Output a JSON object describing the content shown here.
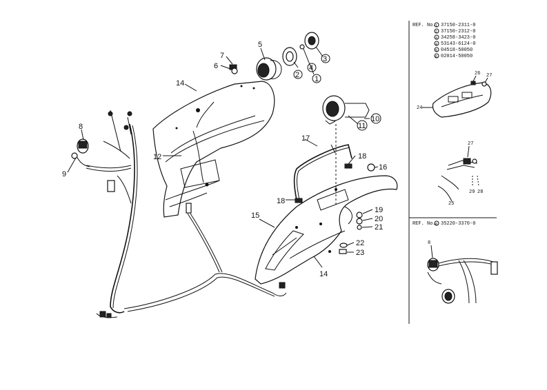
{
  "main_labels": [
    "5",
    "7",
    "6",
    "14",
    "12",
    "8",
    "9",
    "17",
    "18",
    "16",
    "18",
    "15",
    "14",
    "19",
    "20",
    "21",
    "22",
    "23",
    "3",
    "2",
    "4",
    "1",
    "11",
    "10"
  ],
  "ref_block_1": {
    "prefix": "REF. No.",
    "entries": [
      {
        "mark": "1",
        "number": "37150-2311-0"
      },
      {
        "mark": "2",
        "number": "37150-2312-0"
      },
      {
        "mark": "3",
        "number": "34258-3423-0"
      },
      {
        "mark": "4",
        "number": "53143-6124-0"
      },
      {
        "mark": "5",
        "number": "04518-50050"
      },
      {
        "mark": "6",
        "number": "02014-50050"
      }
    ]
  },
  "inset_top_labels": [
    "26",
    "27",
    "24"
  ],
  "inset_middle_labels": [
    "27",
    "25",
    "29",
    "28"
  ],
  "ref_block_2": {
    "prefix": "REF. No.",
    "mark": "8",
    "number": "35220-3370-0"
  },
  "inset_bottom_labels": [
    "8"
  ]
}
